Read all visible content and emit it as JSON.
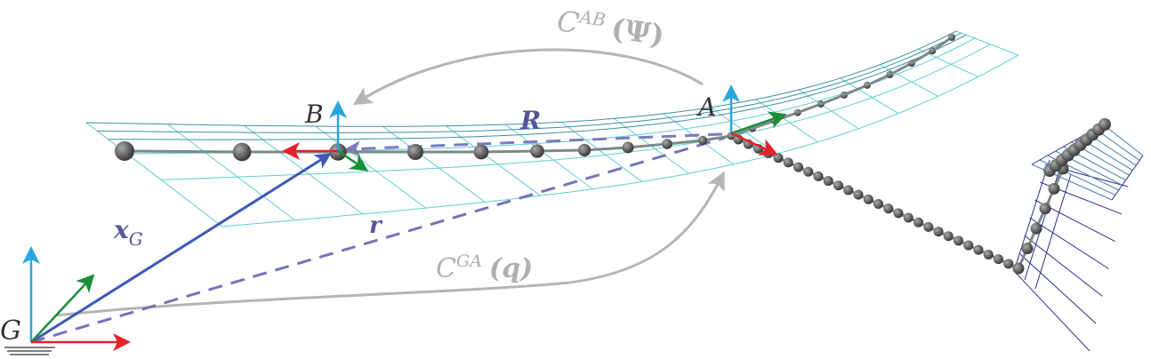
{
  "labels": {
    "G": "G",
    "B": "B",
    "A": "A",
    "R": "R",
    "r": "r",
    "xG_main": "x",
    "xG_sub": "G",
    "CAB_main": "C",
    "CAB_sup": "AB",
    "CAB_arg": "(Ψ)",
    "CGA_main": "C",
    "CGA_sup": "GA",
    "CGA_arg": "(q)"
  },
  "colors": {
    "axis_x": "#e8202a",
    "axis_y": "#1a8f3a",
    "axis_z": "#29a6df",
    "vector_xG": "#3d5bb5",
    "vector_r": "#7474b8",
    "vector_R": "#7b7bc0",
    "rotation_arrow": "#b5b5b5",
    "mesh_wing": "#5fcfcf",
    "mesh_tail": "#2a2f8a",
    "node": "#555555"
  }
}
